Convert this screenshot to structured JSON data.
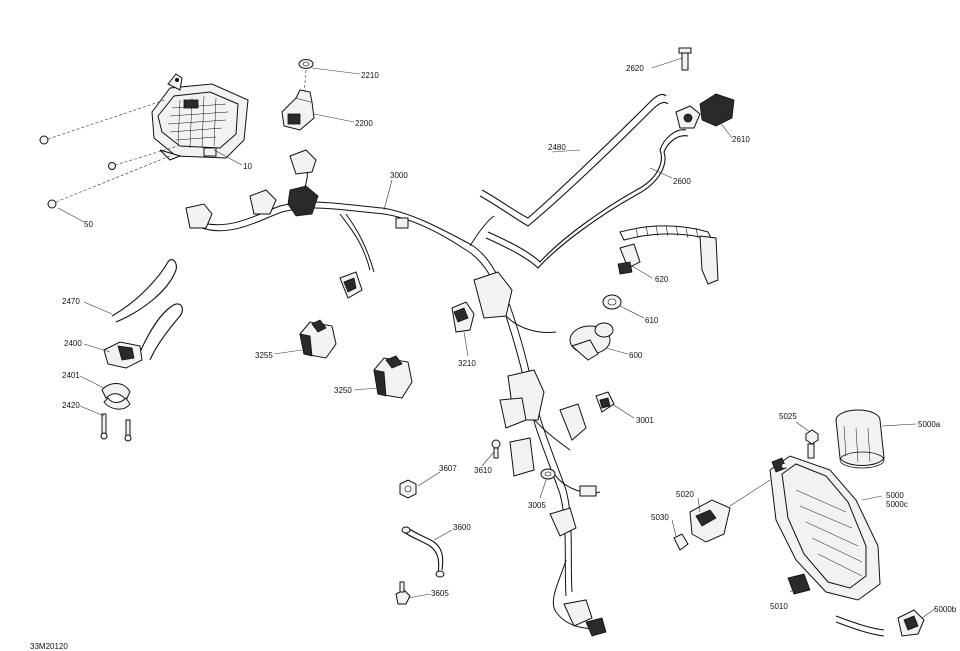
{
  "diagram_id": "33M20120",
  "callouts": {
    "p2210": "2210",
    "p2200": "2200",
    "p10": "10",
    "p50": "50",
    "p3000": "3000",
    "p2620": "2620",
    "p2610": "2610",
    "p2480": "2480",
    "p2600": "2600",
    "p620": "620",
    "p610": "610",
    "p600": "600",
    "p2470": "2470",
    "p2400": "2400",
    "p2401": "2401",
    "p2420": "2420",
    "p3255": "3255",
    "p3250": "3250",
    "p3210": "3210",
    "p3001": "3001",
    "p3610": "3610",
    "p3607": "3607",
    "p3005": "3005",
    "p3600": "3600",
    "p3605": "3605",
    "p5025": "5025",
    "p5000a": "5000a",
    "p5020": "5020",
    "p5030": "5030",
    "p5000": "5000",
    "p5000c": "5000c",
    "p5010": "5010",
    "p5000b": "5000b"
  }
}
